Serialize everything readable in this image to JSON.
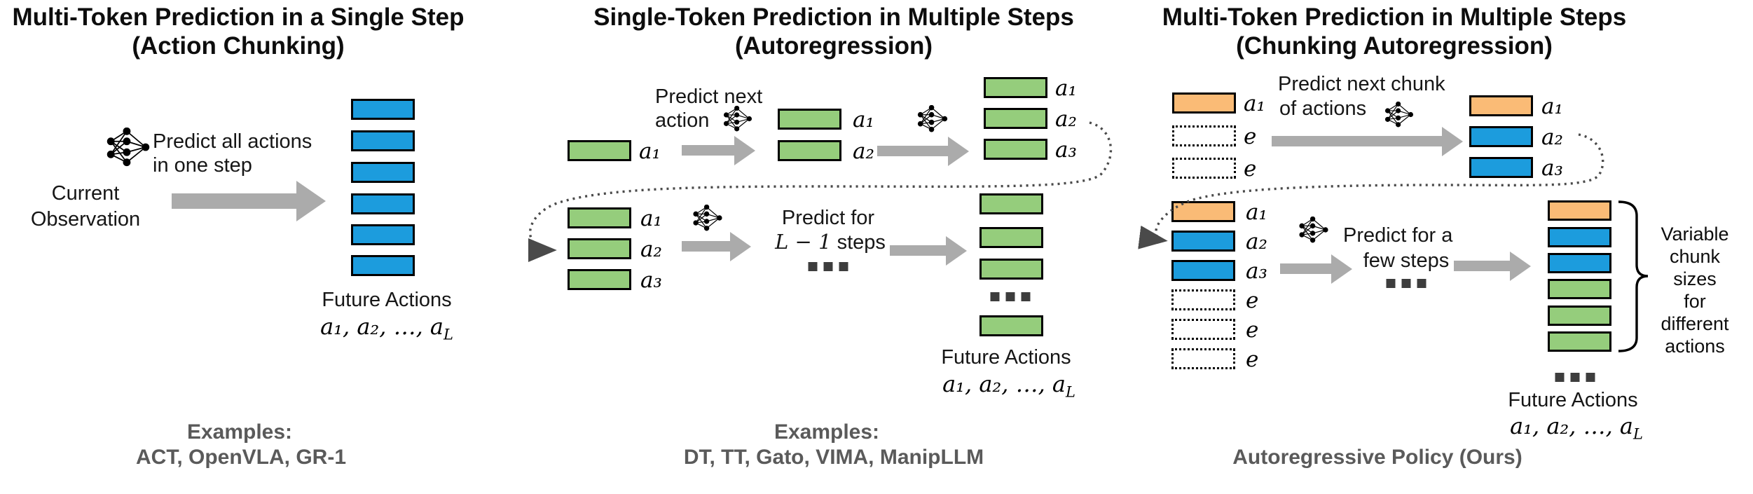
{
  "colors": {
    "blue": "#1c9cdd",
    "green": "#95cd7c",
    "orange": "#fabb76",
    "arrow": "#ababab",
    "dots": "#3d3d3d",
    "loop": "#4a4a4a",
    "muted": "#5a5a5a"
  },
  "panels": {
    "left": {
      "title_line1": "Multi-Token Prediction in a Single Step",
      "title_line2": "(Action Chunking)",
      "nn_note_line1": "Predict all actions",
      "nn_note_line2": "in one step",
      "input_line1": "Current",
      "input_line2": "Observation",
      "future_label": "Future Actions",
      "math_prefix": "a₁, a₂, …, ",
      "math_base": "a",
      "math_sub": "L",
      "examples_heading": "Examples:",
      "examples_list": "ACT, OpenVLA, GR-1"
    },
    "middle": {
      "title_line1": "Single-Token Prediction in Multiple Steps",
      "title_line2": "(Autoregression)",
      "nn_note_line1": "Predict next",
      "nn_note_line2": "action",
      "step0_labels": [
        "a₁"
      ],
      "step1_labels": [
        "a₁",
        "a₂"
      ],
      "step2_labels": [
        "a₁",
        "a₂",
        "a₃"
      ],
      "loop_labels": [
        "a₁",
        "a₂",
        "a₃"
      ],
      "predict_line1": "Predict for",
      "predict_math": "L − 1",
      "predict_rest": " steps",
      "future_label": "Future Actions",
      "math_prefix": "a₁, a₂, …, ",
      "math_base": "a",
      "math_sub": "L",
      "examples_heading": "Examples:",
      "examples_list": "DT, TT, Gato, VIMA, ManipLLM"
    },
    "right": {
      "title_line1": "Multi-Token Prediction in Multiple Steps",
      "title_line2": "(Chunking Autoregression)",
      "nn_note_line1": "Predict next chunk",
      "nn_note_line2": "of actions",
      "ctx1_labels": [
        "a₁",
        "e",
        "e"
      ],
      "out1_labels": [
        "a₁",
        "a₂",
        "a₃"
      ],
      "ctx2_labels": [
        "a₁",
        "a₂",
        "a₃",
        "e",
        "e",
        "e"
      ],
      "predict_line1": "Predict for a",
      "predict_line2": "few steps",
      "brace_note": "Variable\nchunk\nsizes for\ndifferent\nactions",
      "future_label": "Future Actions",
      "math_prefix": "a₁, a₂, …, ",
      "math_base": "a",
      "math_sub": "L",
      "caption": "Autoregressive Policy (Ours)"
    }
  }
}
